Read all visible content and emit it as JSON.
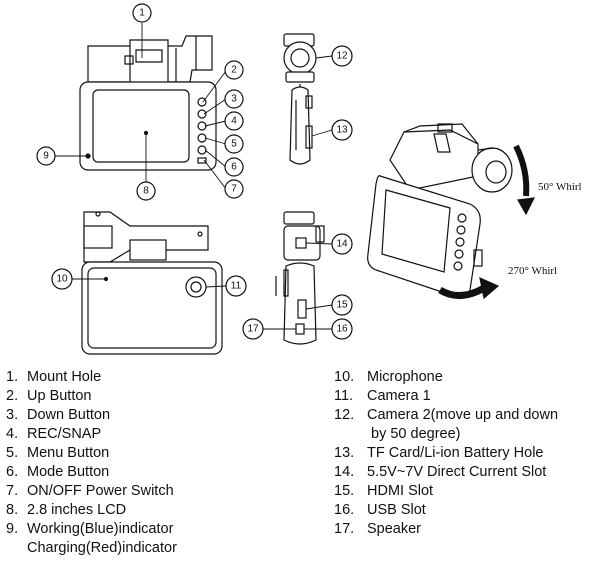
{
  "callouts": [
    "1",
    "2",
    "3",
    "4",
    "5",
    "6",
    "7",
    "8",
    "9",
    "10",
    "11",
    "12",
    "13",
    "14",
    "15",
    "16",
    "17"
  ],
  "rotations": {
    "vertical": "50° Whirl",
    "horizontal": "270° Whirl"
  },
  "legend_left": [
    {
      "num": "1.",
      "text": "Mount Hole"
    },
    {
      "num": "2.",
      "text": "Up Button"
    },
    {
      "num": "3.",
      "text": "Down Button"
    },
    {
      "num": "4.",
      "text": "REC/SNAP"
    },
    {
      "num": "5.",
      "text": "Menu Button"
    },
    {
      "num": "6.",
      "text": "Mode Button"
    },
    {
      "num": "7.",
      "text": "ON/OFF Power Switch"
    },
    {
      "num": "8.",
      "text": "2.8 inches LCD"
    },
    {
      "num": "9.",
      "text": "Working(Blue)indicator",
      "cont": "Charging(Red)indicator"
    }
  ],
  "legend_right": [
    {
      "num": "10.",
      "text": "Microphone"
    },
    {
      "num": "11.",
      "text": "Camera 1"
    },
    {
      "num": "12.",
      "text": "Camera 2(move up and down",
      "cont": "by 50 degree)"
    },
    {
      "num": "13.",
      "text": "TF Card/Li-ion Battery Hole"
    },
    {
      "num": "14.",
      "text": "5.5V~7V Direct Current Slot"
    },
    {
      "num": "15.",
      "text": "HDMI Slot"
    },
    {
      "num": "16.",
      "text": "USB Slot"
    },
    {
      "num": "17.",
      "text": "Speaker"
    }
  ],
  "colors": {
    "line": "#111111",
    "fill": "#ffffff",
    "arrow": "#111111"
  }
}
